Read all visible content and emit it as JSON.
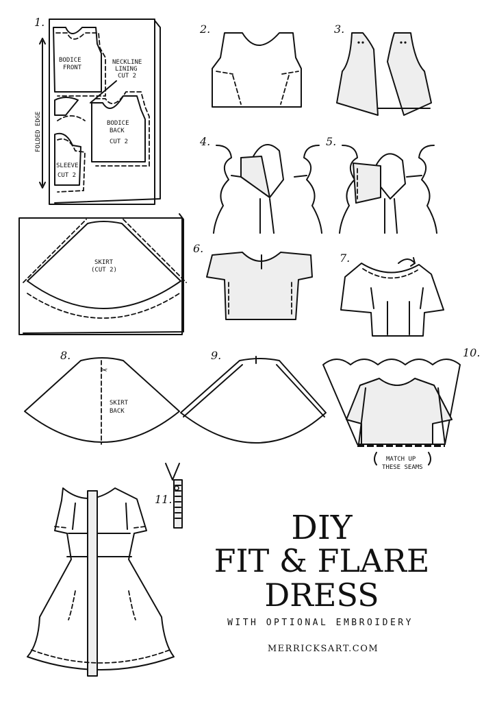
{
  "step_numbers": [
    "1.",
    "2.",
    "3.",
    "4.",
    "5.",
    "6.",
    "7.",
    "8.",
    "9.",
    "10.",
    "11."
  ],
  "labels": {
    "bodice_front": [
      "BODICE",
      "FRONT"
    ],
    "neckline_lining": [
      "NECKLINE",
      "LINING",
      "CUT 2"
    ],
    "bodice_back": [
      "BODICE",
      "BACK",
      "CUT 2"
    ],
    "sleeve": [
      "SLEEVE",
      "CUT 2"
    ],
    "folded_edge": "FOLDED EDGE",
    "skirt": [
      "SKIRT",
      "(CUT 2)"
    ],
    "skirt_back": [
      "SKIRT",
      "BACK"
    ],
    "match_up": [
      "MATCH UP",
      "THESE SEAMS"
    ]
  },
  "title": {
    "line1": "DIY",
    "line2": "FIT & FLARE",
    "line3": "DRESS",
    "subtitle": "WITH OPTIONAL EMBROIDERY",
    "website": "MERRICKSART.COM"
  }
}
